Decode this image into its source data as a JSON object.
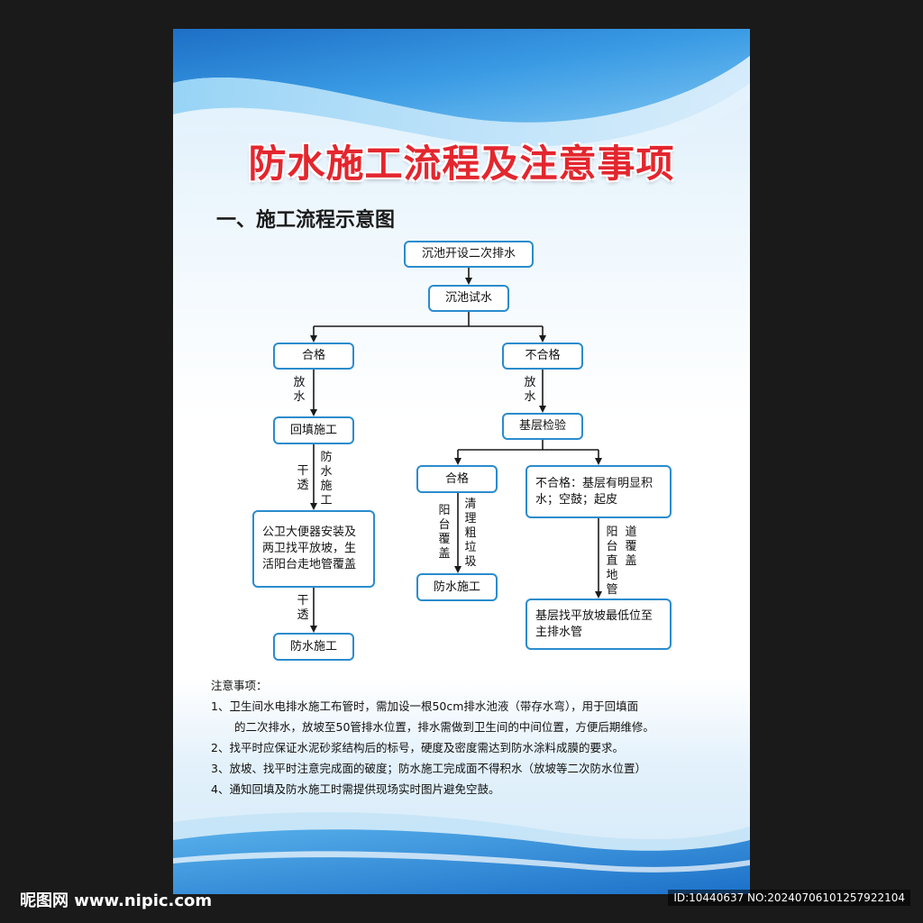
{
  "title": "防水施工流程及注意事项",
  "section_title": "一、施工流程示意图",
  "flow": {
    "start": "沉池开设二次排水",
    "test": "沉池试水",
    "pass": "合格",
    "fail": "不合格",
    "drain_left": "放水",
    "drain_right": "放水",
    "backfill": "回填施工",
    "dry_1": "干透",
    "waterproof_label": "防水施工",
    "toilet_box": "公卫大便器安装及两卫找平放坡，生活阳台走地管覆盖",
    "dry_2": "干透",
    "left_final": "防水施工",
    "base_check": "基层检验",
    "sub_pass": "合格",
    "sub_fail": "不合格：基层有明显积水；空鼓；起皮",
    "balcony_cover": "阳台覆盖",
    "clean_garbage": "清理粗垃圾",
    "middle_final": "防水施工",
    "balcony_direct": "阳台直地管",
    "road_cover": "道覆盖",
    "right_final": "基层找平放坡最低位至主排水管"
  },
  "notes": {
    "heading": "注意事项：",
    "items": [
      "1、卫生间水电排水施工布管时，需加设一根50cm排水池液（带存水弯），用于回填面",
      "的二次排水，放坡至50管排水位置，排水需做到卫生间的中间位置，方便后期维修。",
      "2、找平时应保证水泥砂浆结构后的标号，硬度及密度需达到防水涂料成膜的要求。",
      "3、放坡、找平时注意完成面的破度；防水施工完成面不得积水（放坡等二次防水位置）",
      "4、通知回填及防水施工时需提供现场实时图片避免空鼓。"
    ]
  },
  "watermark": {
    "site": "昵图网 www.nipic.com",
    "id": "ID:10440637 NO:20240706101257922104"
  },
  "colors": {
    "title": "#e3262e",
    "box_border": "#2a8ccd",
    "wave_blue": "#1f7fd0"
  }
}
